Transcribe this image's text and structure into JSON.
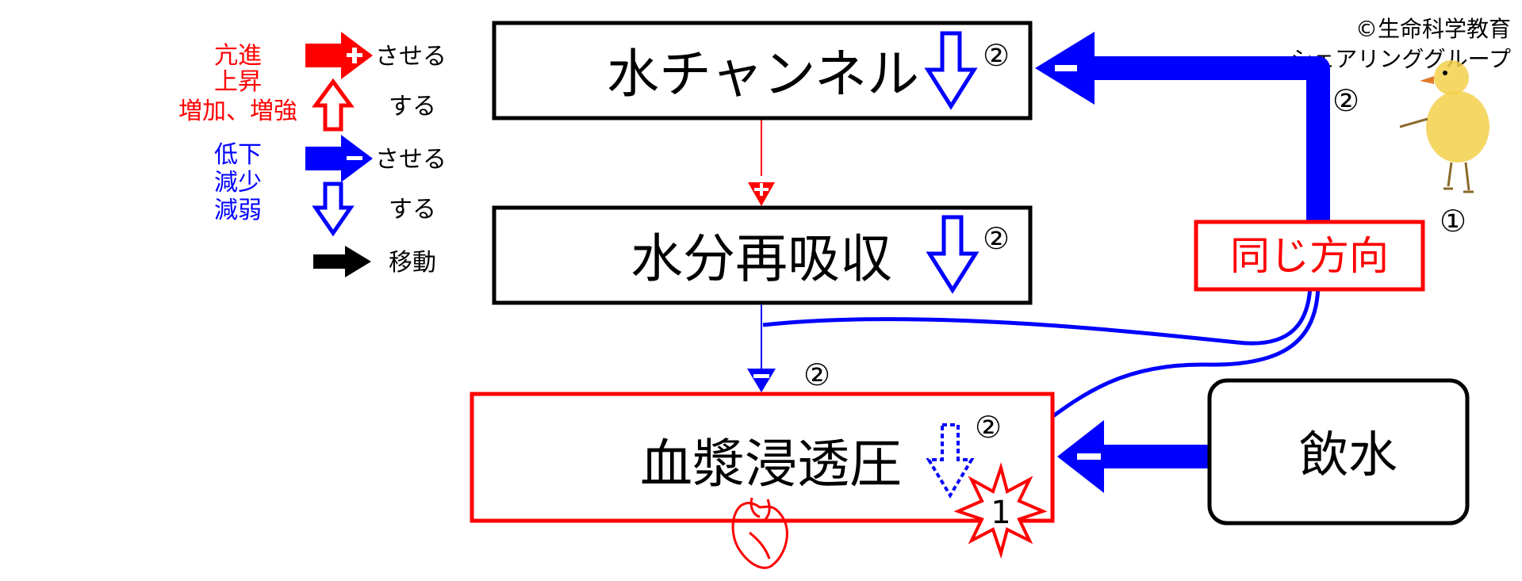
{
  "copyright": {
    "line1": "©生命科学教育",
    "line2": "シェアリンググループ"
  },
  "legend": {
    "increase_labels": [
      "亢進",
      "上昇",
      "増加、増強"
    ],
    "decrease_labels": [
      "低下",
      "減少",
      "減弱"
    ],
    "make_label": "させる",
    "do_label": "する",
    "move_label": "移動",
    "colors": {
      "increase": "#ff0000",
      "decrease": "#0000ff",
      "move": "#000000"
    }
  },
  "nodes": {
    "water_channel": "水チャンネル",
    "water_reabsorption": "水分再吸収",
    "plasma_osmotic_pressure": "血漿浸透圧",
    "drinking_water": "飲水",
    "same_direction": "同じ方向"
  },
  "markers": {
    "circled_two": "②",
    "circled_one": "①",
    "burst_one": "1",
    "plus": "+",
    "minus": "−"
  },
  "colors": {
    "red": "#ff0000",
    "blue": "#0000ff",
    "black": "#000000",
    "chick": "#f2d04a"
  }
}
